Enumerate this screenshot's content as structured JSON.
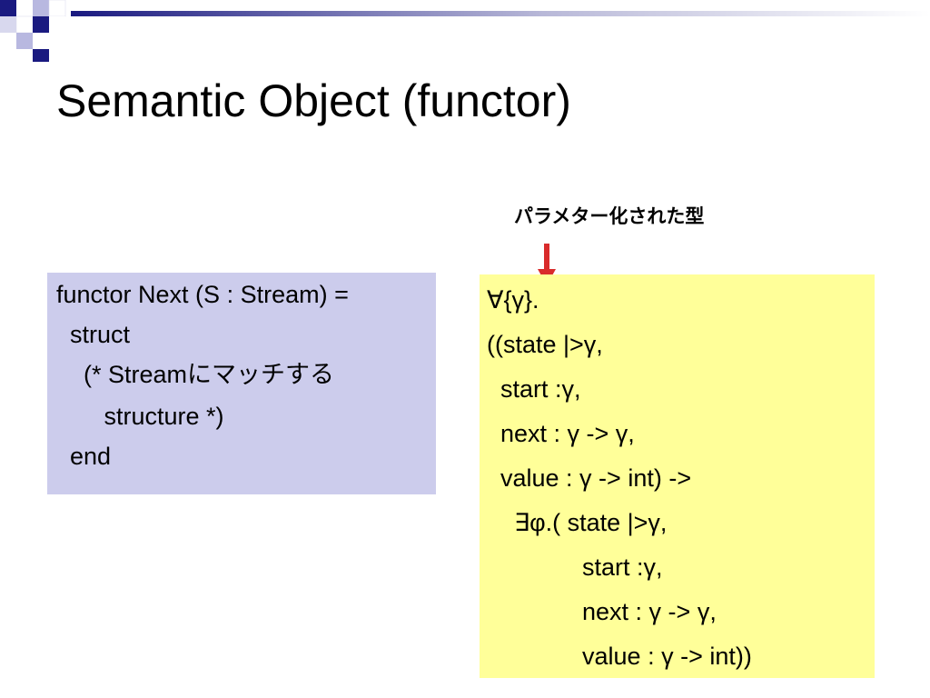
{
  "slide": {
    "title": "Semantic Object (functor)",
    "annotation": "パラメター化された型",
    "left_code": [
      "functor Next (S : Stream) =",
      "  struct",
      "    (* Streamにマッチする",
      "       structure *)",
      "  end"
    ],
    "right_code": [
      "∀{γ}.",
      "((state |>γ,",
      "  start :γ,",
      "  next : γ -> γ,",
      "  value : γ -> int) ->",
      "    ∃φ.( state |>γ,",
      "              start :γ,",
      "              next : γ -> γ,",
      "              value : γ -> int))"
    ]
  },
  "colors": {
    "left_box": "#ccccec",
    "right_box": "#ffff99",
    "arrow": "#d92b2b",
    "deco_navy": "#1a1a80",
    "deco_light": "#b8b8e0"
  }
}
